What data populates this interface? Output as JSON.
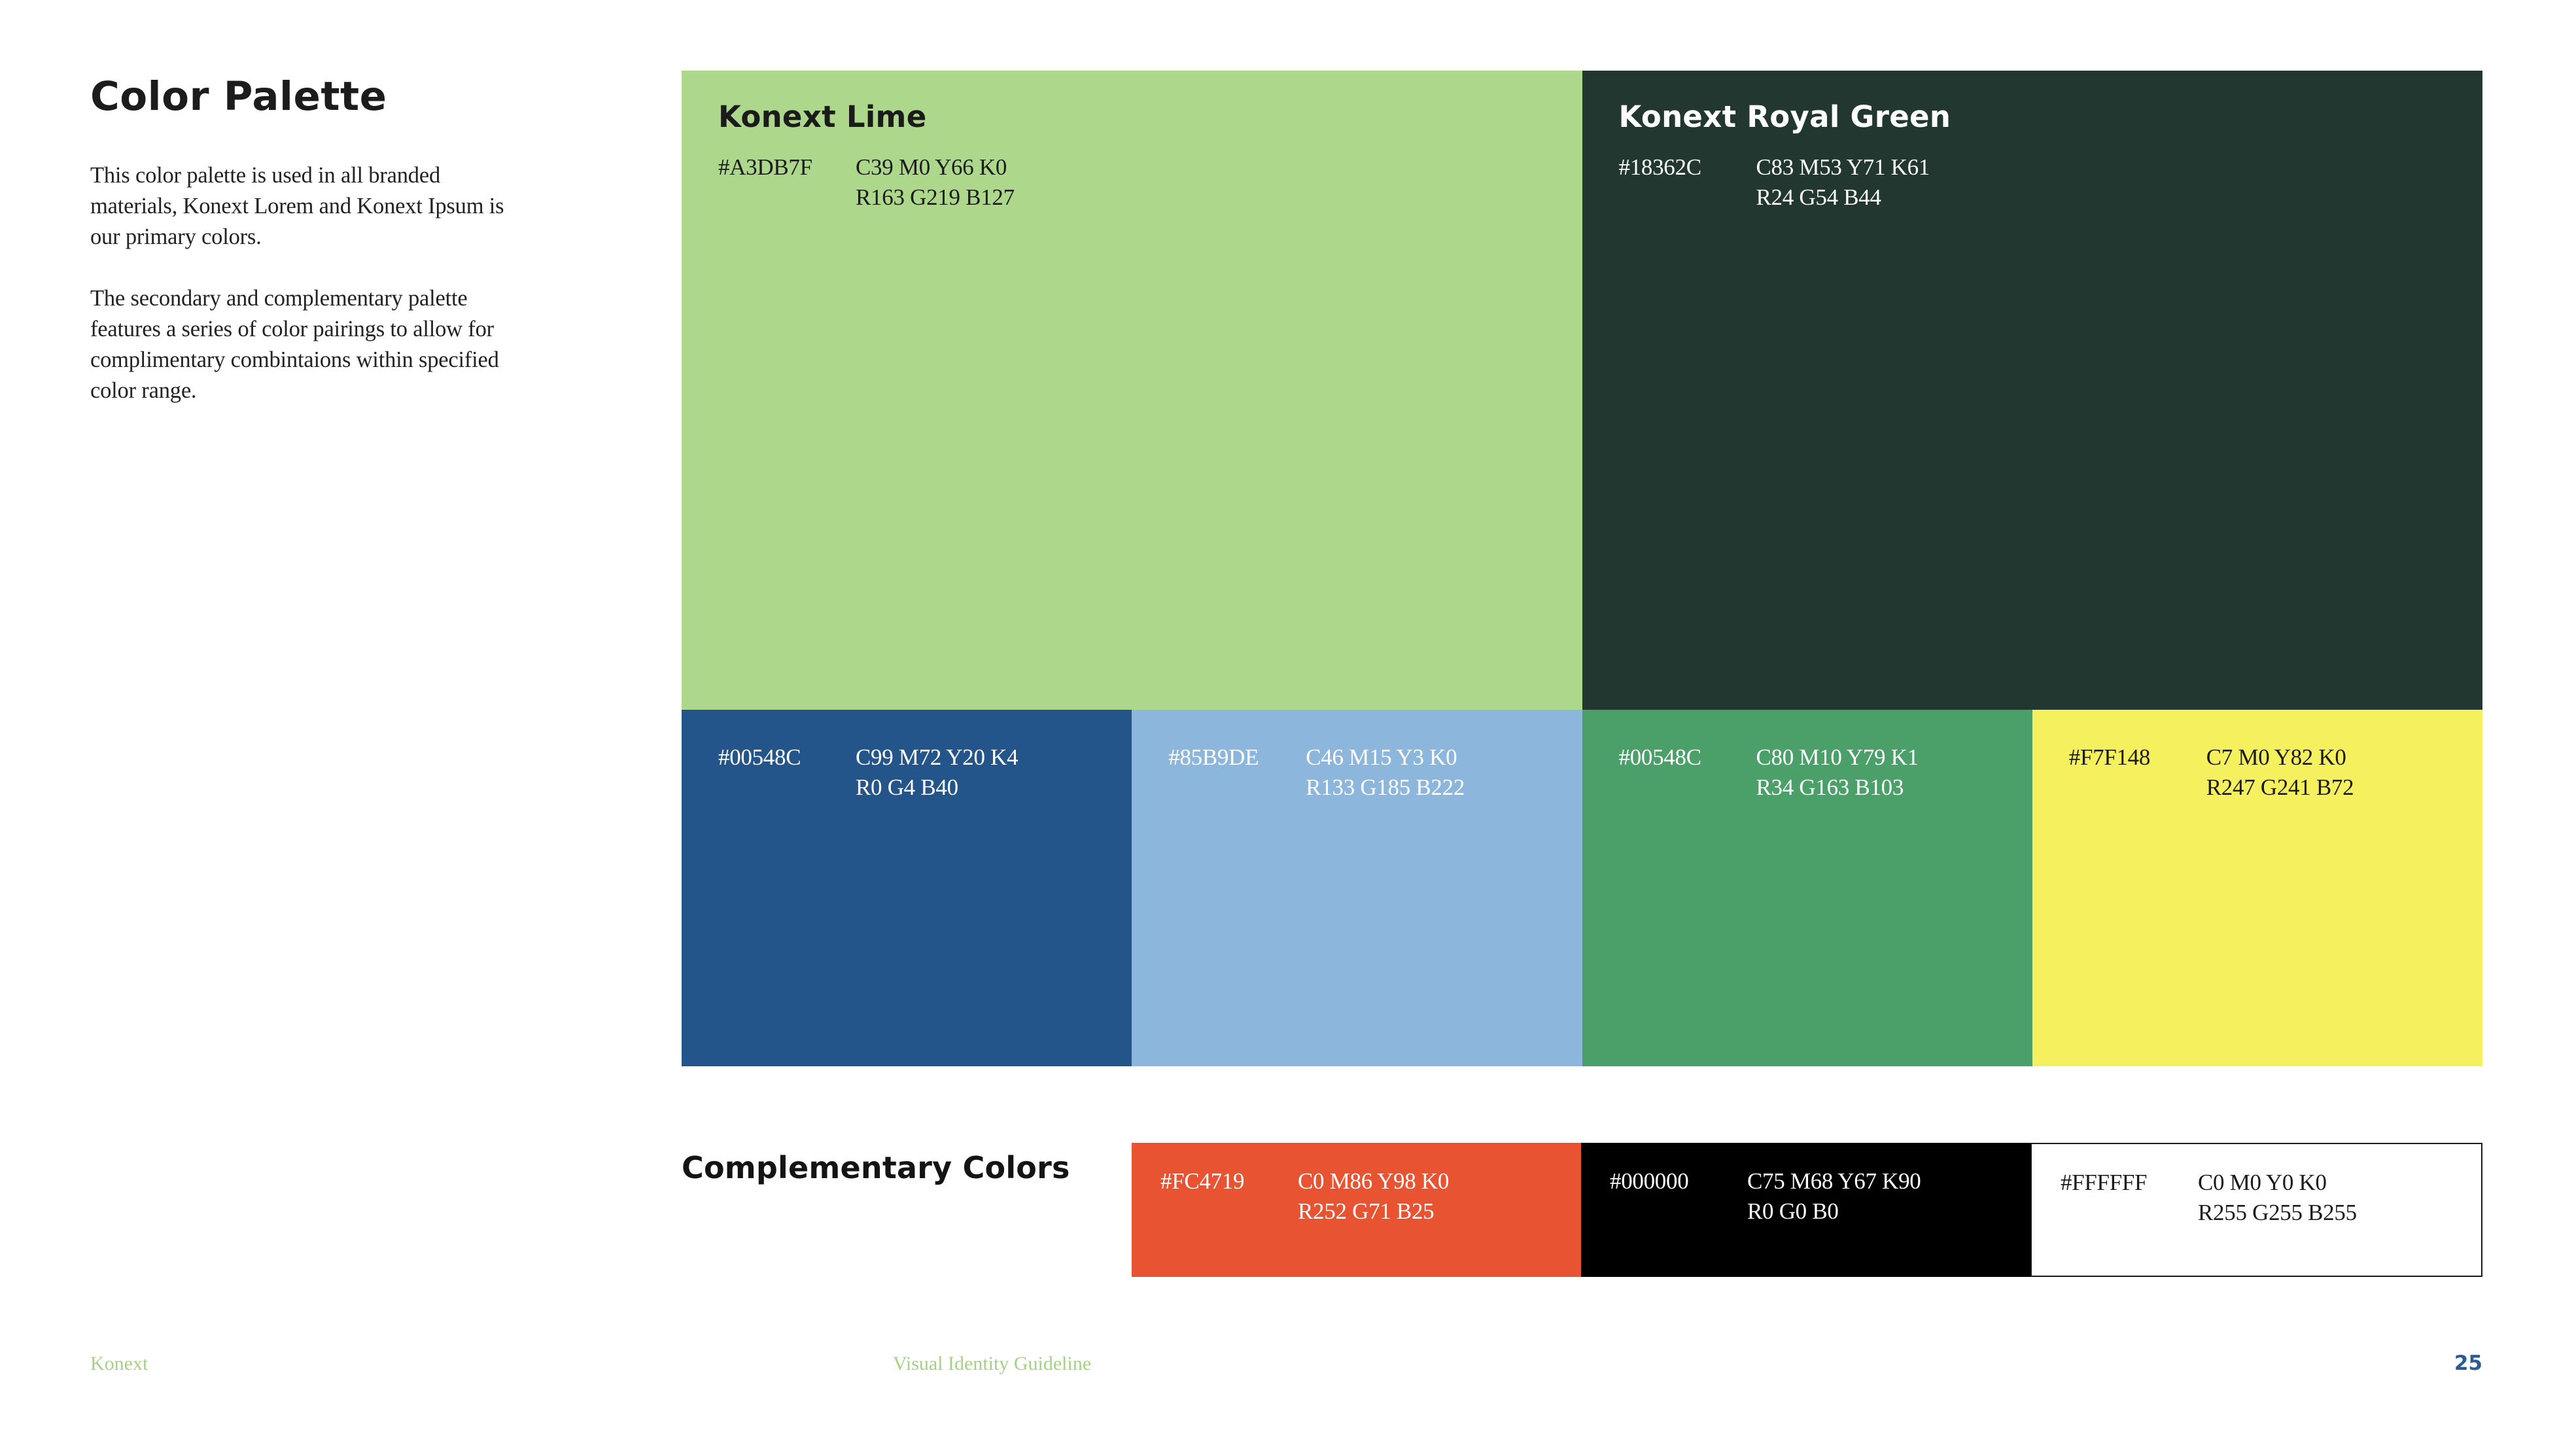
{
  "page": {
    "title": "Color Palette",
    "intro_p1": "This color palette is used in all branded materials, Konext Lorem and Konext Ipsum is our primary colors.",
    "intro_p2": "The secondary and complementary palette features a series of color pairings to allow for complimentary combintaions within specified color range."
  },
  "primary_swatches": [
    {
      "name": "Konext Lime",
      "hex_label": "#A3DB7F",
      "cmyk": "C39 M0 Y66 K0",
      "rgb": "R163 G219 B127",
      "fill": "#ADD88B",
      "text_color": "#1b1b1b"
    },
    {
      "name": "Konext Royal Green",
      "hex_label": "#18362C",
      "cmyk": "C83 M53 Y71 K61",
      "rgb": "R24 G54 B44",
      "fill": "#213730",
      "text_color": "#ffffff"
    }
  ],
  "secondary_swatches": [
    {
      "hex_label": "#00548C",
      "cmyk": "C99 M72 Y20 K4",
      "rgb": "R0 G4 B40",
      "fill": "#23548A",
      "text_color": "#ffffff"
    },
    {
      "hex_label": "#85B9DE",
      "cmyk": "C46 M15 Y3 K0",
      "rgb": "R133 G185 B222",
      "fill": "#8CB6DC",
      "text_color": "#ffffff"
    },
    {
      "hex_label": "#00548C",
      "cmyk": "C80 M10 Y79 K1",
      "rgb": "R34 G163 B103",
      "fill": "#4BA069",
      "text_color": "#ffffff"
    },
    {
      "hex_label": "#F7F148",
      "cmyk": "C7 M0 Y82 K0",
      "rgb": "R247 G241 B72",
      "fill": "#F5F05E",
      "text_color": "#1b1b1b"
    }
  ],
  "complementary": {
    "heading": "Complementary Colors",
    "swatches": [
      {
        "hex_label": "#FC4719",
        "cmyk": "C0 M86 Y98 K0",
        "rgb": "R252 G71 B25",
        "fill": "#E85431",
        "text_color": "#ffffff"
      },
      {
        "hex_label": "#000000",
        "cmyk": "C75 M68 Y67 K90",
        "rgb": "R0 G0 B0",
        "fill": "#000000",
        "text_color": "#ffffff"
      },
      {
        "hex_label": "#FFFFFF",
        "cmyk": "C0 M0 Y0 K0",
        "rgb": "R255 G255 B255",
        "fill": "#FFFFFF",
        "text_color": "#1b1b1b"
      }
    ]
  },
  "footer": {
    "brand": "Konext",
    "center": "Visual Identity Guideline",
    "page_number": "25",
    "green_color": "#A5D185",
    "page_number_color": "#2A5B94"
  }
}
